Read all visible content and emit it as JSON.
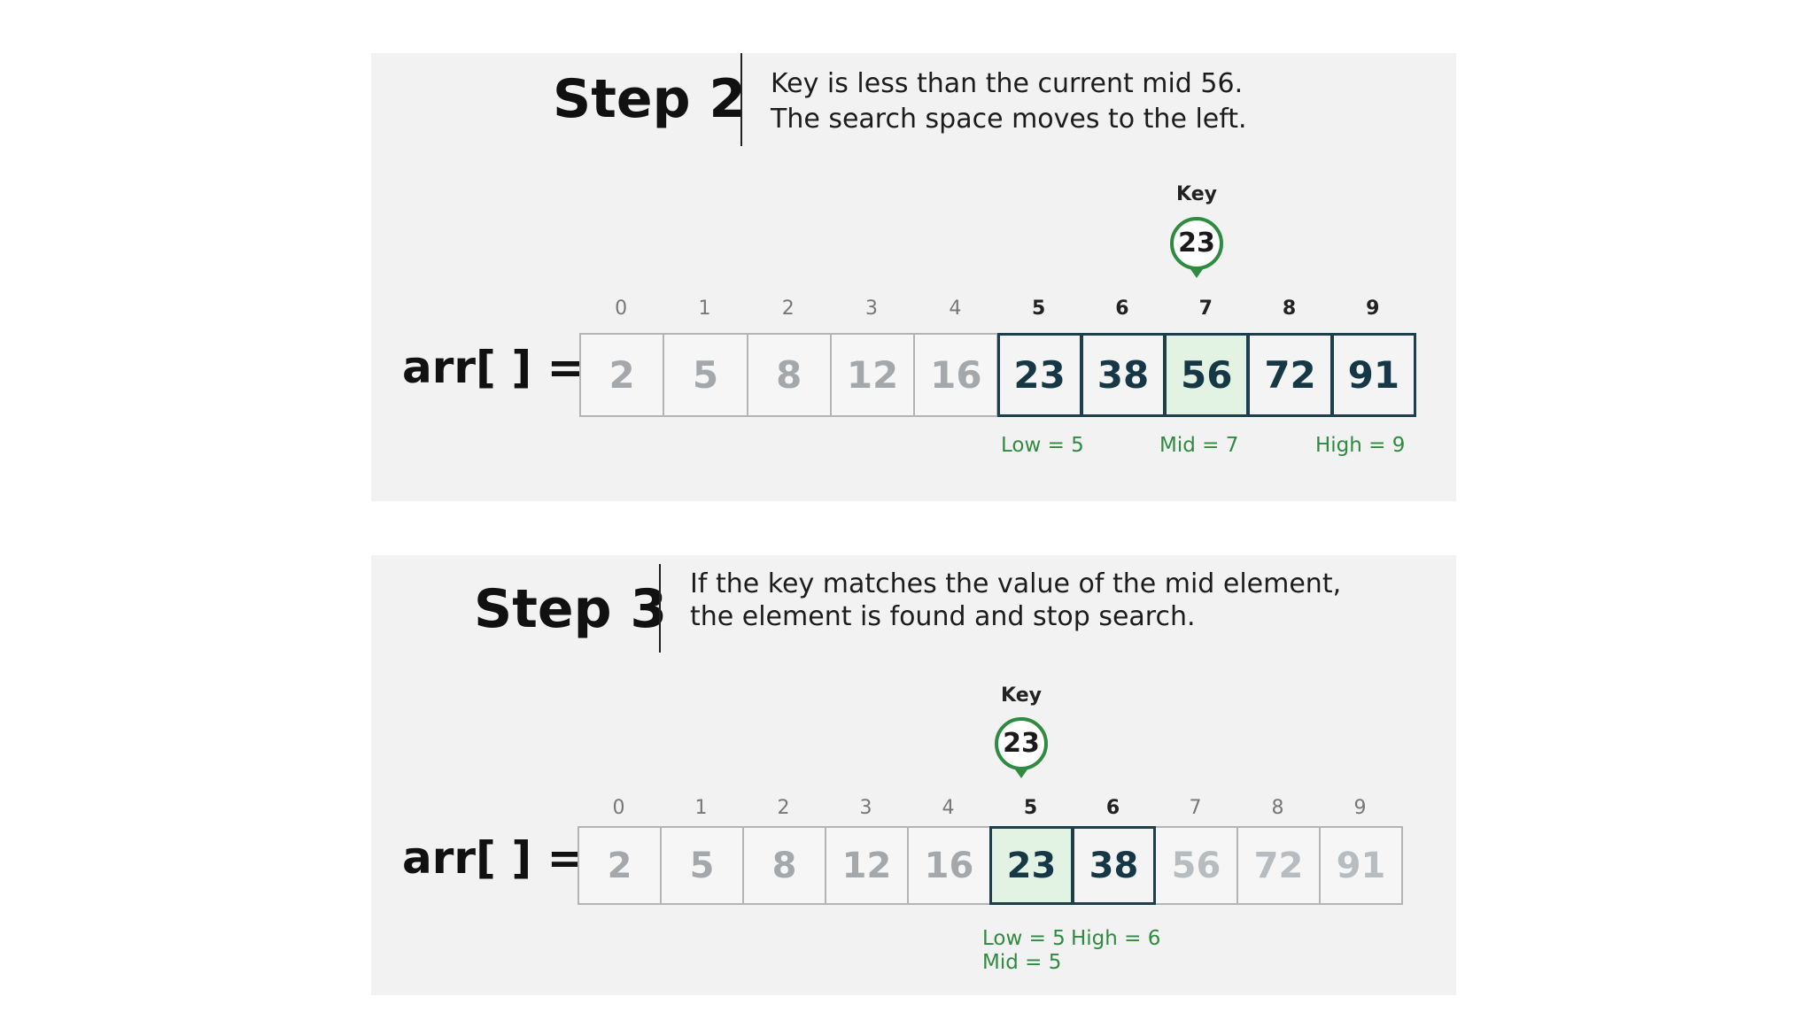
{
  "steps": [
    {
      "title": "Step 2",
      "description_lines": [
        "Key is less than the current mid 56.",
        "The search space moves to the left."
      ],
      "key_label": "Key",
      "key_value": "23",
      "array_label": "arr[ ] =",
      "indices": [
        "0",
        "1",
        "2",
        "3",
        "4",
        "5",
        "6",
        "7",
        "8",
        "9"
      ],
      "values": [
        "2",
        "5",
        "8",
        "12",
        "16",
        "23",
        "38",
        "56",
        "72",
        "91"
      ],
      "pointers": {
        "low": "Low = 5",
        "mid": "Mid = 7",
        "high": "High = 9"
      }
    },
    {
      "title": "Step 3",
      "description_lines": [
        "If the key matches the value of the mid element,",
        "the element is found and stop search."
      ],
      "key_label": "Key",
      "key_value": "23",
      "array_label": "arr[ ] =",
      "indices": [
        "0",
        "1",
        "2",
        "3",
        "4",
        "5",
        "6",
        "7",
        "8",
        "9"
      ],
      "values": [
        "2",
        "5",
        "8",
        "12",
        "16",
        "23",
        "38",
        "56",
        "72",
        "91"
      ],
      "pointers": {
        "low": "Low = 5",
        "high": "High = 6",
        "mid": "Mid = 5"
      }
    }
  ],
  "colors": {
    "panel_bg": "#f2f2f2",
    "active_border": "#1d3f4c",
    "mid_fill": "#e2f3e3",
    "pointer_green": "#2e8b3f",
    "key_ring": "#2e8b3f"
  }
}
